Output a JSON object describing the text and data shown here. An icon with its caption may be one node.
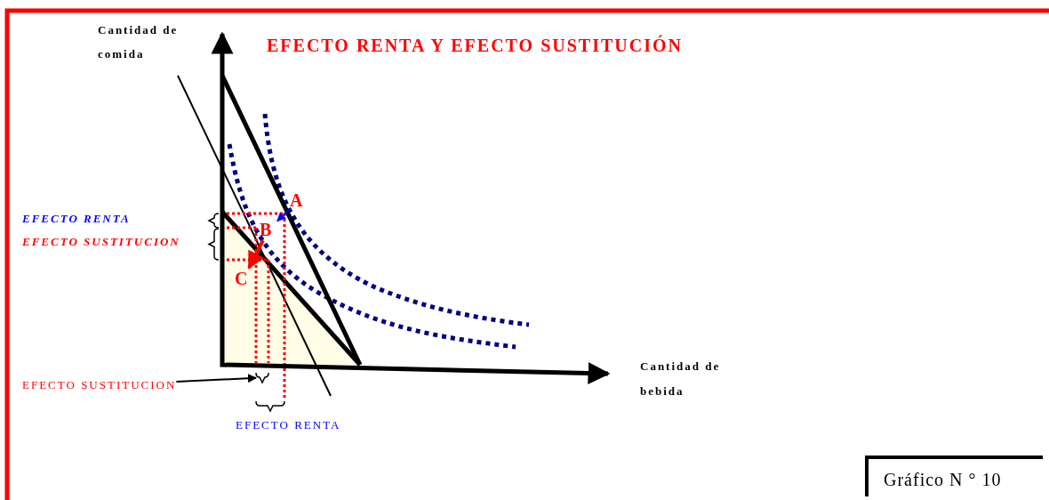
{
  "diagram": {
    "title": "EFECTO RENTA Y EFECTO SUSTITUCIÓN",
    "caption": "Gráfico N ° 10",
    "nodes": [
      {
        "text": [
          "A"
        ]
      },
      {
        "text": [
          "B"
        ]
      },
      {
        "text": [
          "C"
        ]
      },
      {
        "text": [
          "EFECTO SUSTITUCION"
        ]
      },
      {
        "text": [],
        "shape": "brace"
      }
    ],
    "edges": [
      {
        "from": 0,
        "to": 1,
        "arrow": "to",
        "color": "#0000ff"
      },
      {
        "from": 1,
        "to": 2,
        "arrow": "to",
        "color": "#ff0000",
        "style": "thick"
      },
      {
        "from": 3,
        "to": 4,
        "arrow": "to",
        "color": "#000000"
      }
    ],
    "labels": [
      "Cantidad de comida",
      "EFECTO RENTA",
      "EFECTO SUSTITUCION",
      "Cantidad de bebida",
      "EFECTO RENTA"
    ]
  }
}
